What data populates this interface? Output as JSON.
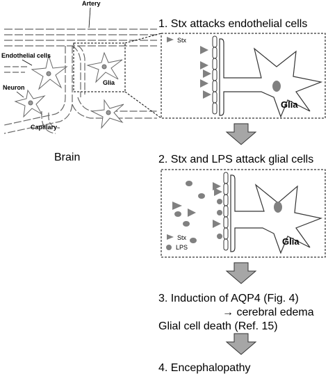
{
  "brain_panel": {
    "artery": "Artery",
    "endothelial_cells": "Endothelial cells",
    "neuron": "Neuron",
    "glia": "Glia",
    "capillary": "Capillary",
    "brain": "Brain"
  },
  "steps": [
    {
      "text": "1. Stx attacks endothelial cells"
    },
    {
      "text": "2. Stx and LPS attack glial cells"
    },
    {
      "line1": "3. Induction of AQP4 (Fig. 4)",
      "line2": "→ cerebral edema",
      "line3": "Glial cell death  (Ref. 15)"
    },
    {
      "text": "4. Encephalopathy"
    }
  ],
  "box1": {
    "legend_stx": "Stx",
    "glia_label": "Glia"
  },
  "box2": {
    "legend_stx": "Stx",
    "legend_lps": "LPS",
    "glia_label": "Glia"
  },
  "colors": {
    "marker": "#808080",
    "arrow": "#a6a6a6",
    "outline": "#000000"
  }
}
